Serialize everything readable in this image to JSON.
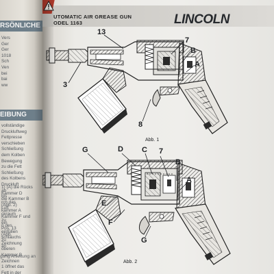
{
  "left_page": {
    "band_top": "RSÖNLICHE SCHI",
    "lines_top": [
      "Vers",
      "Ger",
      "Ger",
      "1018",
      "Sch",
      "Ven",
      "bei",
      "bai",
      "ww"
    ],
    "band_mid": "EIBUNG",
    "lines_mid": [
      "vollständige",
      "Druckluftweg",
      "Fettpresse",
      "verschieben",
      "Schließung",
      "dem Kolben",
      "Bewegung",
      "zu die Fett",
      "Schließung",
      "des Kolbens",
      "Druckluft",
      "ab",
      "bis",
      "rch das",
      "Luft",
      "ckraum",
      "zu",
      "n des",
      "einfüllen",
      "schlauchs",
      "Zeichnung",
      "oberen",
      "Kammer B",
      "Zeichnen",
      "1 öffnet das",
      "Fett in der"
    ],
    "lines_low": [
      "1) (A) die Rücks",
      "Kammer D",
      "die Kammer B",
      "(Abb. 2)",
      "kammer A",
      "Kammer F und",
      "ein",
      "Pos. 13",
      "(Abb.",
      "zu",
      "an"
    ],
    "footer": "gung Anleitung an"
  },
  "header": {
    "title_line1": "UTOMATIC AIR GREASE GUN",
    "title_line2": "ODEL 1163",
    "brand": "LINCOLN"
  },
  "figure1": {
    "callouts": [
      "13",
      "7",
      "B",
      "A",
      "3",
      "8"
    ],
    "caption": "Abb. 1"
  },
  "figure2": {
    "callouts": [
      "G",
      "D",
      "C",
      "7",
      "B",
      "E",
      "A",
      "F",
      "G"
    ],
    "caption": "Abb. 2"
  }
}
